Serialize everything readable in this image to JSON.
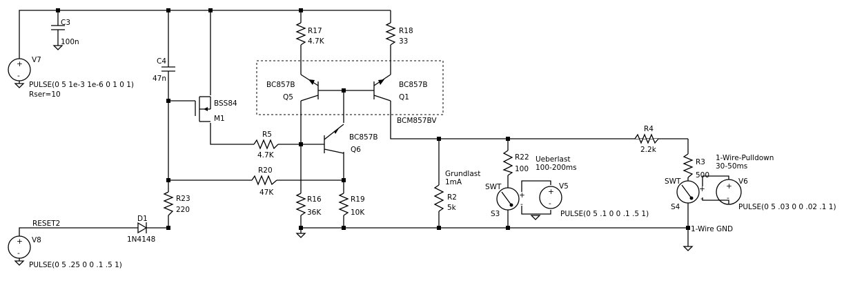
{
  "components": {
    "c3": {
      "ref": "C3",
      "value": "100n"
    },
    "c4": {
      "ref": "C4",
      "value": "47n"
    },
    "v7": {
      "ref": "V7",
      "spec": "PULSE(0 5 1e-3 1e-6 0 1 0 1)",
      "extra": "Rser=10"
    },
    "v8": {
      "ref": "V8",
      "spec": "PULSE(0 5 .25 0 0 .1 .5 1)"
    },
    "v5": {
      "ref": "V5",
      "spec": "PULSE(0 5 .1 0 0 .1 .5 1)"
    },
    "v6": {
      "ref": "V6",
      "spec": "PULSE(0 5 .03 0 0 .02 .1 1)"
    },
    "r17": {
      "ref": "R17",
      "value": "4.7K"
    },
    "r18": {
      "ref": "R18",
      "value": "33"
    },
    "q5": {
      "ref": "Q5",
      "model": "BC857B"
    },
    "q1": {
      "ref": "Q1",
      "model": "BC857B"
    },
    "q6": {
      "ref": "Q6",
      "model": "BC857B"
    },
    "pair": {
      "label": "BCM857BV"
    },
    "m1": {
      "ref": "M1",
      "model": "BSS84"
    },
    "r5": {
      "ref": "R5",
      "value": "4.7K"
    },
    "r20": {
      "ref": "R20",
      "value": "47K"
    },
    "r23": {
      "ref": "R23",
      "value": "220"
    },
    "d1": {
      "ref": "D1",
      "model": "1N4148"
    },
    "r16": {
      "ref": "R16",
      "value": "36K"
    },
    "r19": {
      "ref": "R19",
      "value": "10K"
    },
    "r2": {
      "ref": "R2",
      "value": "5k",
      "note1": "Grundlast",
      "note2": "1mA"
    },
    "r22": {
      "ref": "R22",
      "value": "100",
      "note1": "Ueberlast",
      "note2": "100-200ms"
    },
    "r4": {
      "ref": "R4",
      "value": "2.2k"
    },
    "r3": {
      "ref": "R3",
      "value": "500",
      "note1": "1-Wire-Pulldown",
      "note2": "30-50ms"
    },
    "s3": {
      "ref": "S3",
      "model": "SWT"
    },
    "s4": {
      "ref": "S4",
      "model": "SWT"
    }
  },
  "nets": {
    "reset": "RESET2",
    "gnd": "1-Wire GND"
  },
  "symbols": {
    "plus": "+",
    "minus": "-"
  }
}
